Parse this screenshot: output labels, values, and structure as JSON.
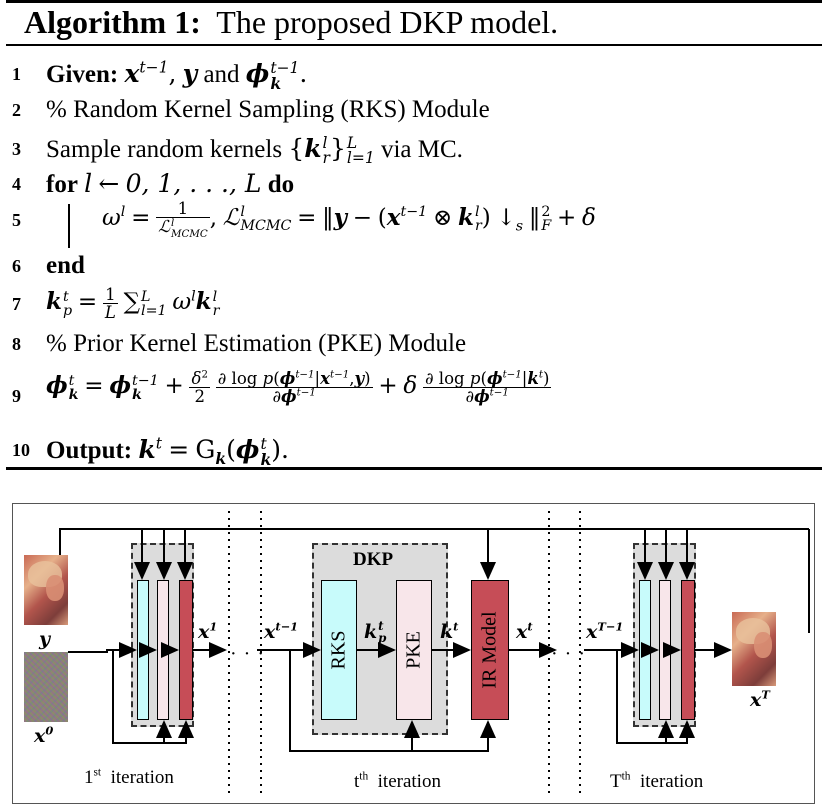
{
  "algorithm": {
    "label": "Algorithm 1:",
    "title": "The proposed DKP model.",
    "lines": [
      {
        "no": "1",
        "kw": "Given:",
        "tail": "and"
      },
      {
        "no": "2",
        "text": "% Random Kernel Sampling (RKS) Module"
      },
      {
        "no": "3",
        "pre": "Sample random kernels",
        "post": "via MC."
      },
      {
        "no": "4",
        "kw": "for",
        "range": "0, 1, . . ., L",
        "kw2": "do"
      },
      {
        "no": "5"
      },
      {
        "no": "6",
        "kw": "end"
      },
      {
        "no": "7"
      },
      {
        "no": "8",
        "text": "% Prior Kernel Estimation (PKE) Module"
      },
      {
        "no": "9"
      },
      {
        "no": "10",
        "kw": "Output:"
      }
    ]
  },
  "diagram": {
    "blocks": {
      "rks": "RKS",
      "pke": "PKE",
      "ir_model": "IR Model",
      "dkp_title": "DKP"
    },
    "images": {
      "input_clean": "y",
      "input_noise": "x",
      "input_noise_sup": "0",
      "output": "x",
      "output_sup": "T"
    },
    "signals": {
      "x1": "x",
      "x1_sup": "1",
      "xt_minus1": "x",
      "xt_minus1_sup": "t−1",
      "kp": "k",
      "kp_sup": "t",
      "kp_sub": "p",
      "kt": "k",
      "kt_sup": "t",
      "xt": "x",
      "xt_sup": "t",
      "xT_minus1": "x",
      "xT_minus1_sup": "T−1"
    },
    "captions": {
      "first": {
        "num": "1",
        "sup": "st",
        "word": "iteration"
      },
      "tth": {
        "num": "t",
        "sup": "th",
        "word": "iteration"
      },
      "Tth": {
        "num": "T",
        "sup": "th",
        "word": "iteration"
      }
    },
    "ellipsis": "· · ·",
    "colors": {
      "rks": "#c8fbfb",
      "pke": "#f8e6ea",
      "ir_model": "#c64d57",
      "dkp_panel": "#dcdcdc"
    }
  }
}
